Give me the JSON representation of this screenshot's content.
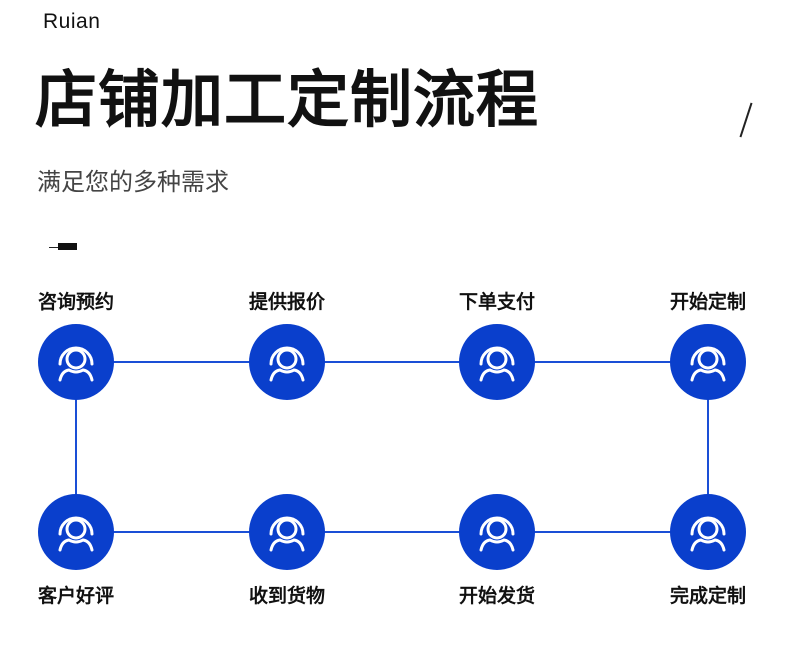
{
  "header": {
    "brand": "Ruian",
    "title": "店铺加工定制流程",
    "subtitle": "满足您的多种需求"
  },
  "colors": {
    "accent": "#0a3fcc"
  },
  "steps": [
    {
      "label": "咨询预约",
      "icon": "user-headset-icon"
    },
    {
      "label": "提供报价",
      "icon": "user-headset-icon"
    },
    {
      "label": "下单支付",
      "icon": "user-headset-icon"
    },
    {
      "label": "开始定制",
      "icon": "user-headset-icon"
    },
    {
      "label": "完成定制",
      "icon": "user-headset-icon"
    },
    {
      "label": "开始发货",
      "icon": "user-headset-icon"
    },
    {
      "label": "收到货物",
      "icon": "user-headset-icon"
    },
    {
      "label": "客户好评",
      "icon": "user-headset-icon"
    }
  ]
}
